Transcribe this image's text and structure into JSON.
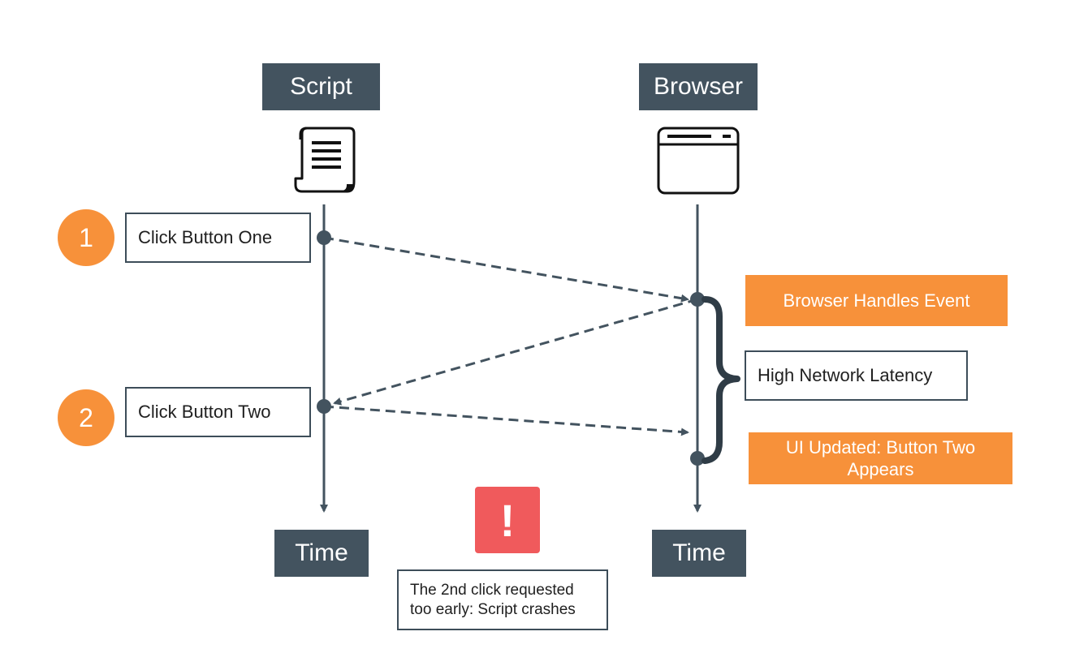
{
  "lanes": {
    "script": {
      "label": "Script",
      "icon": "scroll-icon"
    },
    "browser": {
      "label": "Browser",
      "icon": "browser-window-icon"
    }
  },
  "time_labels": {
    "left": "Time",
    "right": "Time"
  },
  "steps": [
    {
      "number": "1",
      "label": "Click Button One"
    },
    {
      "number": "2",
      "label": "Click Button Two"
    }
  ],
  "browser_events": {
    "handles_event": "Browser Handles Event",
    "latency": "High Network Latency",
    "ui_updated_line1": "UI Updated: Button Two",
    "ui_updated_line2": "Appears"
  },
  "alert": {
    "icon": "exclamation-icon",
    "symbol": "!",
    "message_line1": "The 2nd click requested",
    "message_line2": "too early: Script crashes"
  },
  "colors": {
    "slate": "#43535f",
    "orange": "#f7913a",
    "alert_red": "#f05a5c",
    "line": "#3d4d59"
  }
}
